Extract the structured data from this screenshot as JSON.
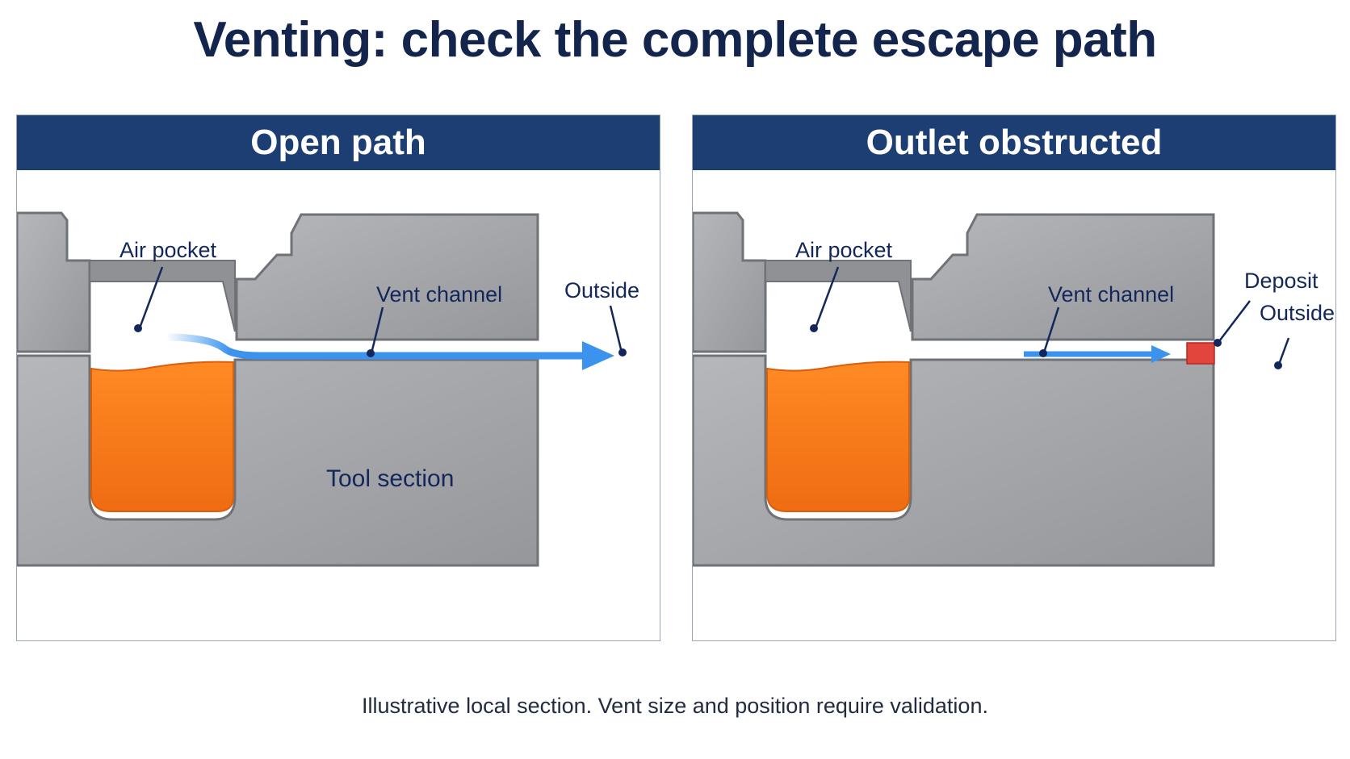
{
  "title": "Venting: check the complete escape path",
  "panels": {
    "left": {
      "heading": "Open path",
      "labels": {
        "air_pocket": "Air pocket",
        "vent_channel": "Vent channel",
        "outside": "Outside",
        "tool_section": "Tool section"
      }
    },
    "right": {
      "heading": "Outlet obstructed",
      "labels": {
        "air_pocket": "Air pocket",
        "vent_channel": "Vent channel",
        "deposit": "Deposit",
        "outside": "Outside"
      }
    }
  },
  "footnote": "Illustrative local section. Vent size and position require validation.",
  "colors": {
    "title": "#13254d",
    "header_bg": "#1d3e72",
    "steel": "#a3a5a8",
    "melt": "#f47a1f",
    "air_arrow": "#3b93ee",
    "deposit": "#e2453c"
  }
}
